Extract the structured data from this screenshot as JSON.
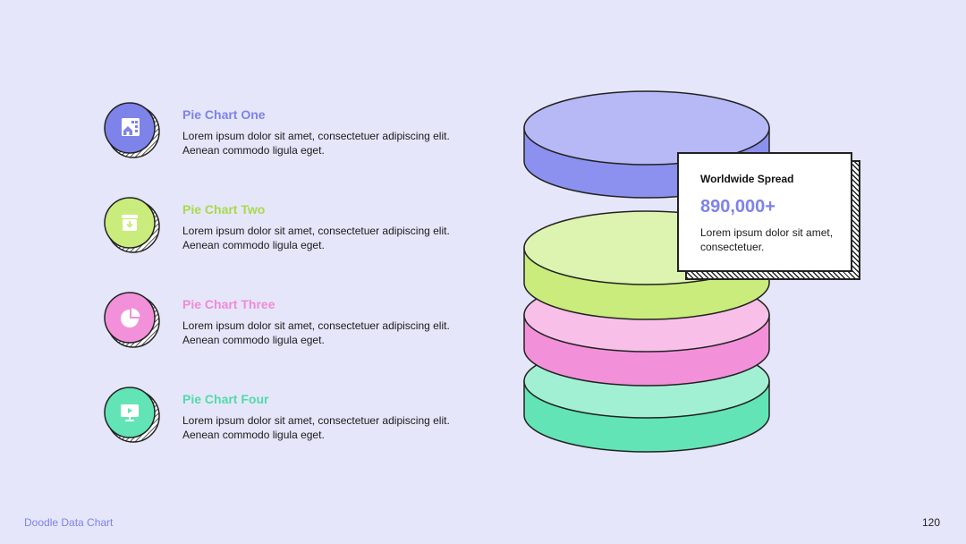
{
  "items": [
    {
      "title": "Pie Chart One",
      "desc": "Lorem ipsum dolor sit amet, consectetuer adipiscing elit. Aenean commodo ligula eget.",
      "color": "#7d83e8",
      "icon": "building-icon"
    },
    {
      "title": "Pie Chart Two",
      "desc": "Lorem ipsum dolor sit amet, consectetuer adipiscing elit. Aenean commodo ligula eget.",
      "color": "#a8d94a",
      "icon": "archive-download-icon"
    },
    {
      "title": "Pie Chart Three",
      "desc": "Lorem ipsum dolor sit amet, consectetuer adipiscing elit. Aenean commodo ligula eget.",
      "color": "#f08ad6",
      "icon": "pie-chart-icon"
    },
    {
      "title": "Pie Chart Four",
      "desc": "Lorem ipsum dolor sit amet, consectetuer adipiscing elit. Aenean commodo ligula eget.",
      "color": "#5ee3b0",
      "icon": "presentation-screen-icon"
    }
  ],
  "stack_colors": {
    "one": {
      "top": "#b6b9f5",
      "side": "#8c90ef"
    },
    "two": {
      "top": "#ddf3b0",
      "side": "#c9ec7c"
    },
    "three": {
      "top": "#f8c0e8",
      "side": "#f291da"
    },
    "four": {
      "top": "#a2f0d4",
      "side": "#62e4b6"
    }
  },
  "callout": {
    "title": "Worldwide Spread",
    "value": "890,000+",
    "desc": "Lorem ipsum dolor sit amet, consectetuer."
  },
  "footer": {
    "left": "Doodle Data Chart",
    "right": "120"
  }
}
